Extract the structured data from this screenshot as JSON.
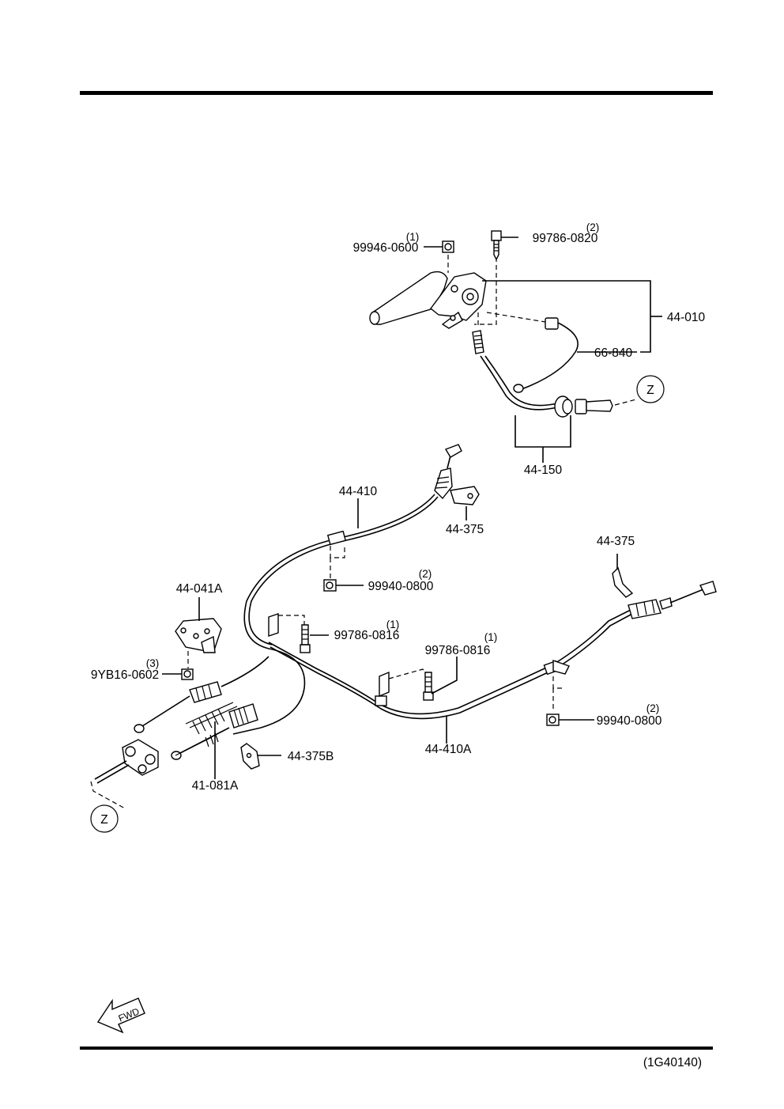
{
  "diagram_code": "(1G40140)",
  "fwd_label": "FWD",
  "callouts": [
    {
      "id": "c1",
      "part": "99946-0600",
      "qty": "(1)"
    },
    {
      "id": "c2",
      "part": "99786-0820",
      "qty": "(2)"
    },
    {
      "id": "c3",
      "part": "44-010",
      "qty": ""
    },
    {
      "id": "c4",
      "part": "66-840",
      "qty": ""
    },
    {
      "id": "c5",
      "part": "44-150",
      "qty": ""
    },
    {
      "id": "c6",
      "part": "44-410",
      "qty": ""
    },
    {
      "id": "c7",
      "part": "44-375",
      "qty": ""
    },
    {
      "id": "c8",
      "part": "99940-0800",
      "qty": "(2)"
    },
    {
      "id": "c9",
      "part": "44-375",
      "qty": ""
    },
    {
      "id": "c10",
      "part": "44-041A",
      "qty": ""
    },
    {
      "id": "c11",
      "part": "99786-0816",
      "qty": "(1)"
    },
    {
      "id": "c12",
      "part": "99786-0816",
      "qty": "(1)"
    },
    {
      "id": "c13",
      "part": "9YB16-0602",
      "qty": "(3)"
    },
    {
      "id": "c14",
      "part": "99940-0800",
      "qty": "(2)"
    },
    {
      "id": "c15",
      "part": "44-375B",
      "qty": ""
    },
    {
      "id": "c16",
      "part": "44-410A",
      "qty": ""
    },
    {
      "id": "c17",
      "part": "41-081A",
      "qty": ""
    }
  ],
  "connector_marks": [
    {
      "id": "z1",
      "letter": "Z"
    },
    {
      "id": "z2",
      "letter": "Z"
    }
  ]
}
